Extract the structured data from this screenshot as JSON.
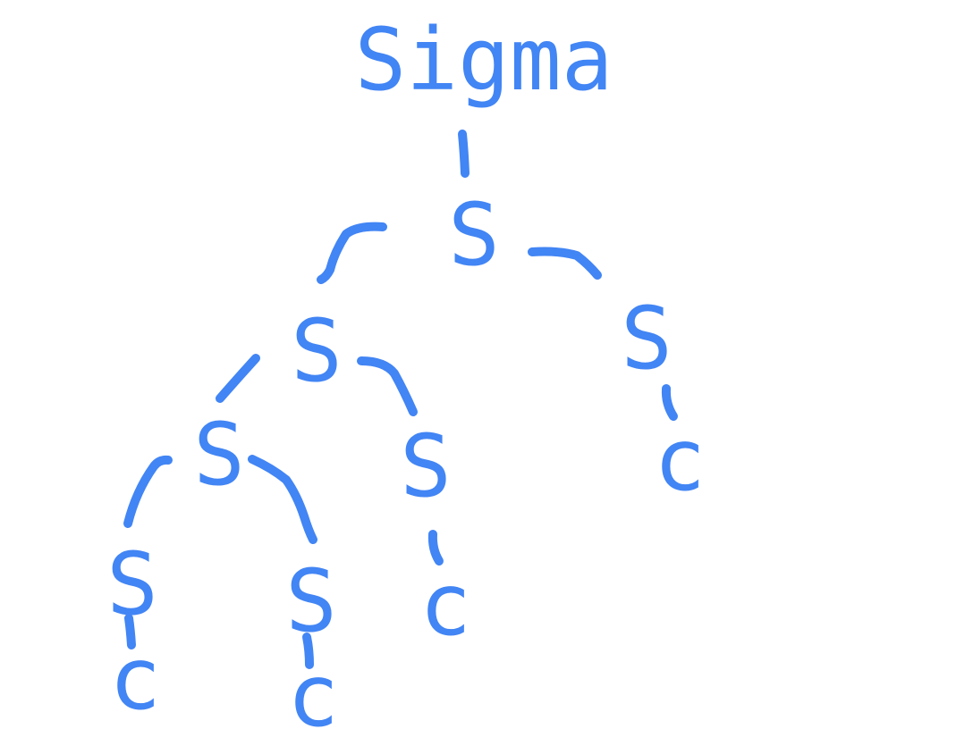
{
  "diagram": {
    "ink_color": "#4285f4",
    "nodes": {
      "root": "Sigma",
      "s1": "S",
      "s2": "S",
      "s3": "S",
      "s4": "S",
      "s5": "S",
      "s6": "S",
      "s7": "S",
      "c1": "c",
      "c2": "c",
      "c3": "c",
      "c4": "c"
    }
  }
}
